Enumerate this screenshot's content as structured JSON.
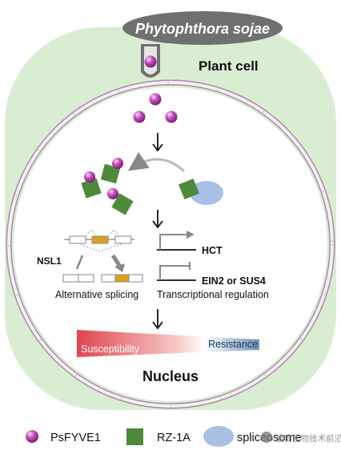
{
  "pathogen": {
    "label": "Phytophthora sojae"
  },
  "plant_cell": {
    "label": "Plant cell"
  },
  "nucleus": {
    "label": "Nucleus"
  },
  "splicing": {
    "gene_label": "NSL1",
    "caption": "Alternative splicing"
  },
  "transcription": {
    "activated_gene": "HCT",
    "repressed_genes": "EIN2 or SUS4",
    "caption": "Transcriptional regulation"
  },
  "outcome": {
    "left_label": "Susceptibility",
    "right_label": "Resistance"
  },
  "legend": {
    "items": [
      {
        "label": "PsFYVE1",
        "icon": "psfyve1-sphere-icon"
      },
      {
        "label": "RZ-1A",
        "icon": "rz1a-square-icon"
      },
      {
        "label": "spliceosome",
        "icon": "spliceosome-ellipse-icon"
      }
    ],
    "watermark": "植物生物技术前沿"
  },
  "colors": {
    "cytoplasm": "#d9edd2",
    "cell_wall": "#a98aa5",
    "nucleus_fill": "#ffffff",
    "pathogen": "#707070",
    "psfyve1": "#b03aa8",
    "rz1a": "#4e8a3c",
    "spliceosome": "#a9bfe3",
    "exon_alt": "#d9a21b",
    "susceptibility": "#e0454f",
    "resistance": "#6c93b5"
  }
}
